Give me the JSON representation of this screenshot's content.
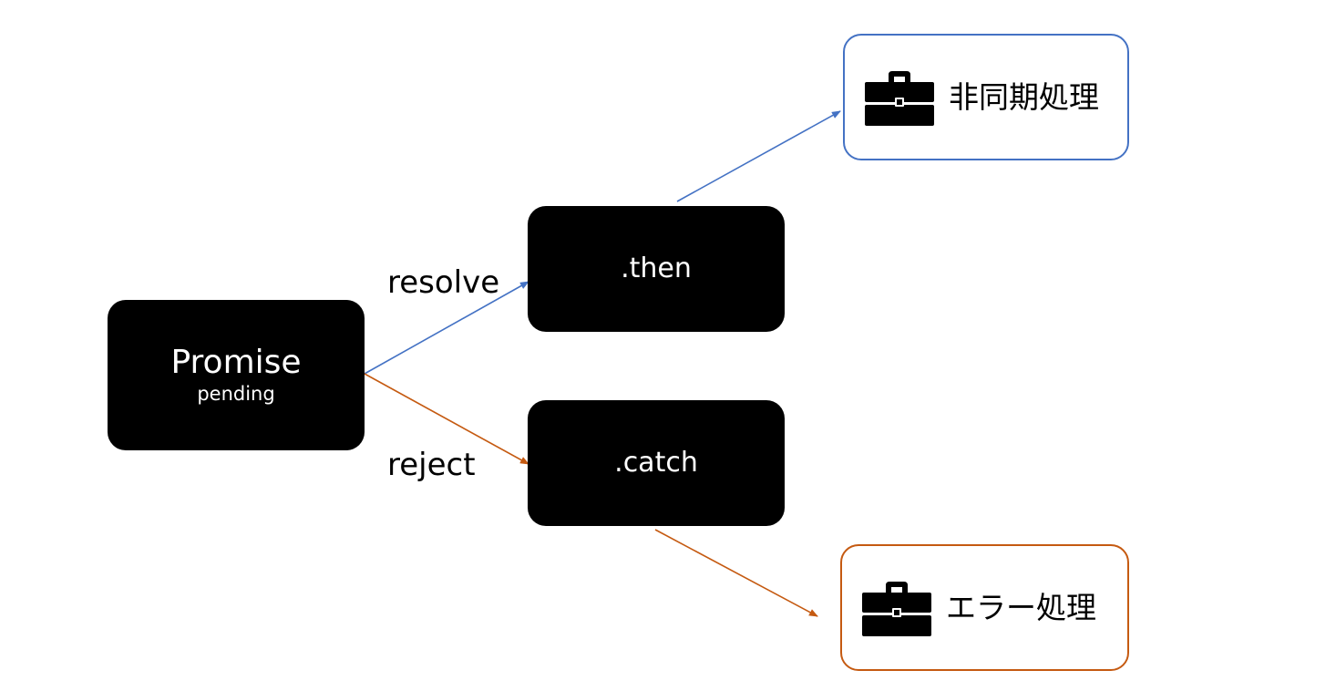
{
  "nodes": {
    "promise": {
      "label": "Promise",
      "sublabel": "pending"
    },
    "then": {
      "label": ".then"
    },
    "catch": {
      "label": ".catch"
    }
  },
  "edges": {
    "resolve": {
      "label": "resolve",
      "color": "#4472c4"
    },
    "reject": {
      "label": "reject",
      "color": "#c55a11"
    },
    "then_to_async": {
      "color": "#4472c4"
    },
    "catch_to_error": {
      "color": "#c55a11"
    }
  },
  "outcomes": {
    "async": {
      "label": "非同期処理",
      "icon": "briefcase-icon",
      "border_color": "#4472c4"
    },
    "error": {
      "label": "エラー処理",
      "icon": "briefcase-icon",
      "border_color": "#c55a11"
    }
  }
}
